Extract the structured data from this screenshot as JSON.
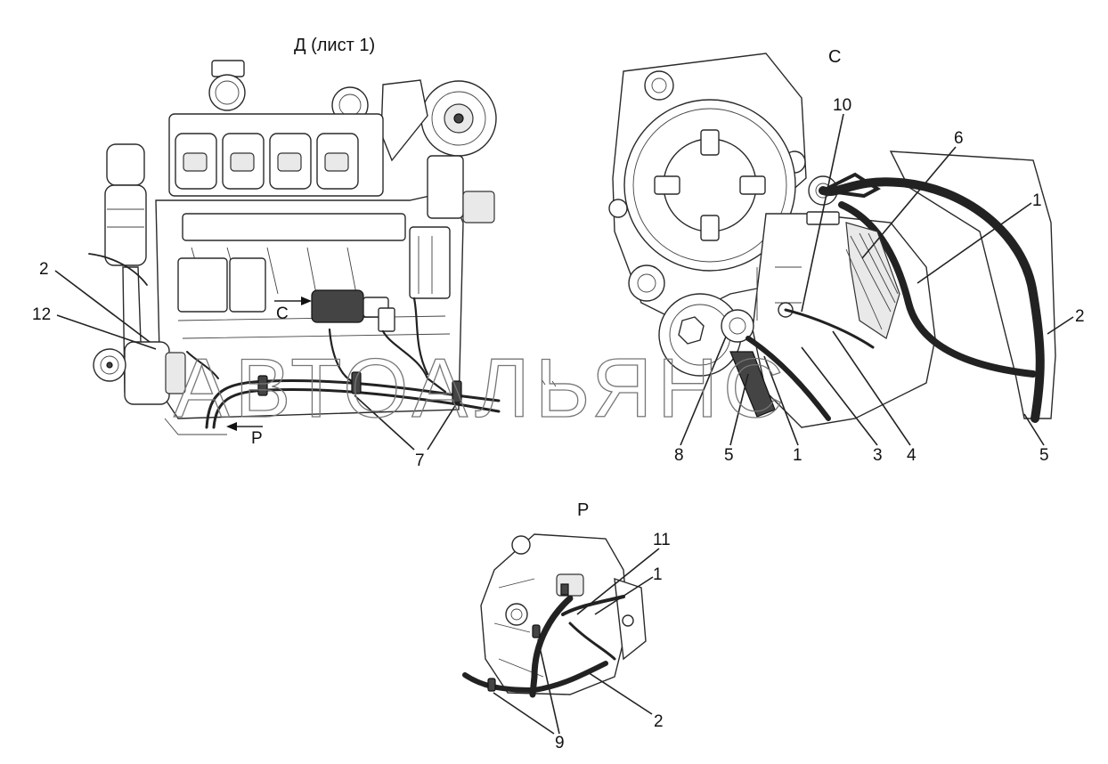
{
  "views": {
    "d": {
      "title": "Д (лист 1)",
      "arrow_c": "С",
      "arrow_p": "Р"
    },
    "c": {
      "title": "С"
    },
    "p": {
      "title": "Р"
    }
  },
  "callouts": {
    "d_2": "2",
    "d_12": "12",
    "d_7": "7",
    "c_10": "10",
    "c_6": "6",
    "c_1_top": "1",
    "c_2": "2",
    "c_8": "8",
    "c_5_left": "5",
    "c_1_bottom": "1",
    "c_3": "3",
    "c_4": "4",
    "c_5_right": "5",
    "p_11": "11",
    "p_1": "1",
    "p_2": "2",
    "p_9": "9"
  },
  "watermark": "АВТОАЛЬЯНС"
}
